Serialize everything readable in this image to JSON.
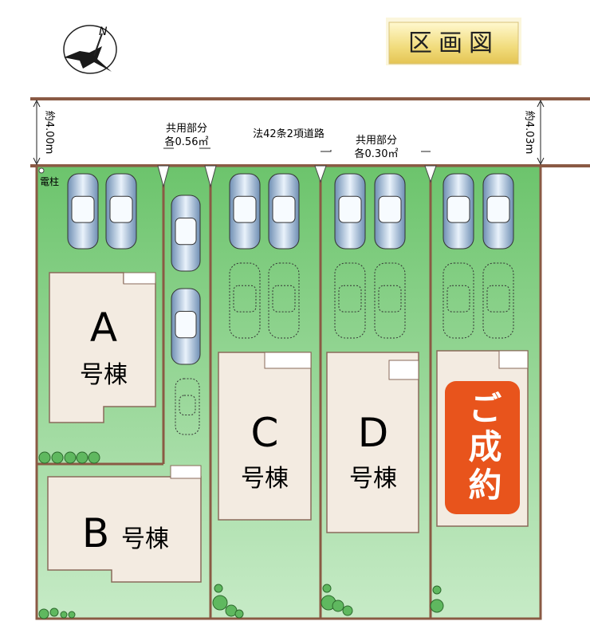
{
  "title": "区画図",
  "compass": {
    "north_label": "N"
  },
  "road": {
    "label": "法42条2項道路",
    "width_left": "約4.00m",
    "width_right": "約4.03m",
    "shared_left_line1": "共用部分",
    "shared_left_line2": "各0.56㎡",
    "shared_right_line1": "共用部分",
    "shared_right_line2": "各0.30㎡"
  },
  "utility_pole": "電柱",
  "lots": [
    {
      "letter": "A",
      "suffix": "号棟"
    },
    {
      "letter": "B",
      "suffix": "号棟"
    },
    {
      "letter": "C",
      "suffix": "号棟"
    },
    {
      "letter": "D",
      "suffix": "号棟"
    },
    {
      "letter": "",
      "suffix": "",
      "status": "ご成約"
    }
  ],
  "colors": {
    "lot_green": "#8fcf8f",
    "house_beige": "#f3ebe1",
    "boundary": "#8a5a44",
    "sold_orange": "#e8541c"
  }
}
